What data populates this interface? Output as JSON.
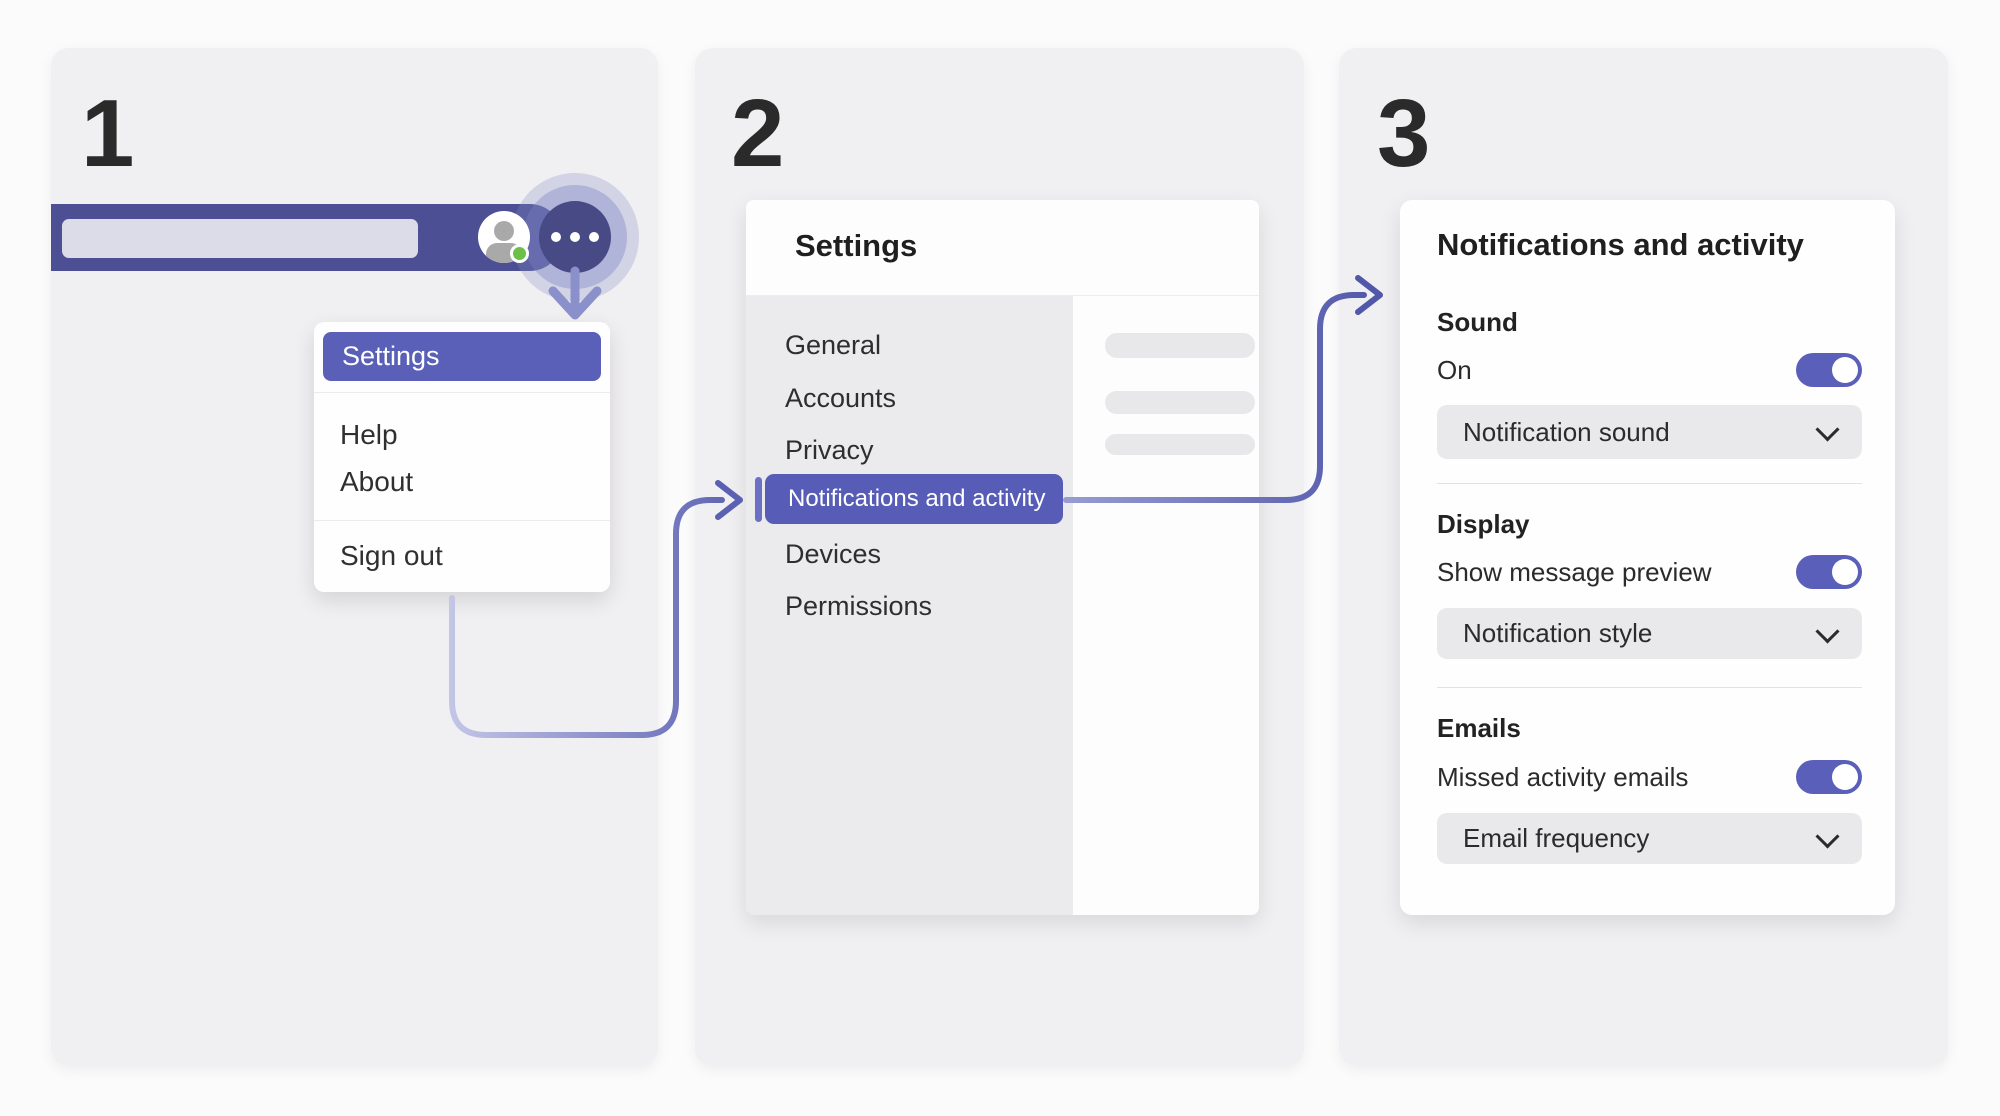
{
  "colors": {
    "toolbar_purple": "#4c4f94",
    "more_button_purple": "#474a84",
    "accent_purple": "#575cb8",
    "toggle_on_purple": "#5a5fb9",
    "connector_purple": "#5b61b2",
    "presence_green": "#6cc04a"
  },
  "icons": {
    "more_options": "ellipsis-dots",
    "avatar": "person-silhouette",
    "presence": "online-status-dot",
    "dropdown_chevron": "chevron-down",
    "flow_connector": "arrow"
  },
  "step1": {
    "step_number": "1",
    "profile_menu": {
      "items": [
        {
          "label": "Settings",
          "selected": true
        },
        {
          "label": "Help",
          "selected": false
        },
        {
          "label": "About",
          "selected": false
        },
        {
          "label": "Sign out",
          "selected": false
        }
      ]
    }
  },
  "step2": {
    "step_number": "2",
    "dialog": {
      "title": "Settings",
      "nav_items": [
        {
          "label": "General",
          "selected": false
        },
        {
          "label": "Accounts",
          "selected": false
        },
        {
          "label": "Privacy",
          "selected": false
        },
        {
          "label": "Notifications and activity",
          "selected": true
        },
        {
          "label": "Devices",
          "selected": false
        },
        {
          "label": "Permissions",
          "selected": false
        }
      ]
    }
  },
  "step3": {
    "step_number": "3",
    "panel": {
      "title": "Notifications and activity",
      "sections": [
        {
          "heading": "Sound",
          "toggle_label": "On",
          "toggle_state": "on",
          "dropdown_label": "Notification sound"
        },
        {
          "heading": "Display",
          "toggle_label": "Show message preview",
          "toggle_state": "on",
          "dropdown_label": "Notification style"
        },
        {
          "heading": "Emails",
          "toggle_label": "Missed activity emails",
          "toggle_state": "on",
          "dropdown_label": "Email frequency"
        }
      ]
    }
  }
}
